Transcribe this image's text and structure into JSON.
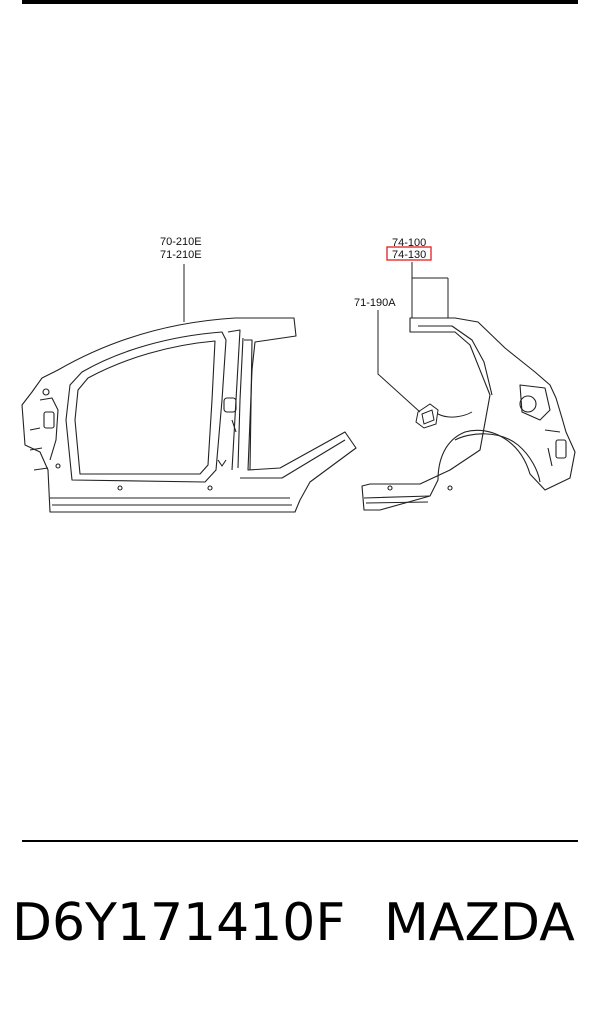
{
  "diagram": {
    "left_labels": [
      "70-210E",
      "71-210E"
    ],
    "right_labels": [
      "74-100",
      "74-130"
    ],
    "highlighted_label": "74-130",
    "sub_label": "71-190A",
    "highlight_color": "#e02020",
    "line_color": "#222222"
  },
  "footer": {
    "part_number": "D6Y171410F",
    "brand": "MAZDA"
  }
}
